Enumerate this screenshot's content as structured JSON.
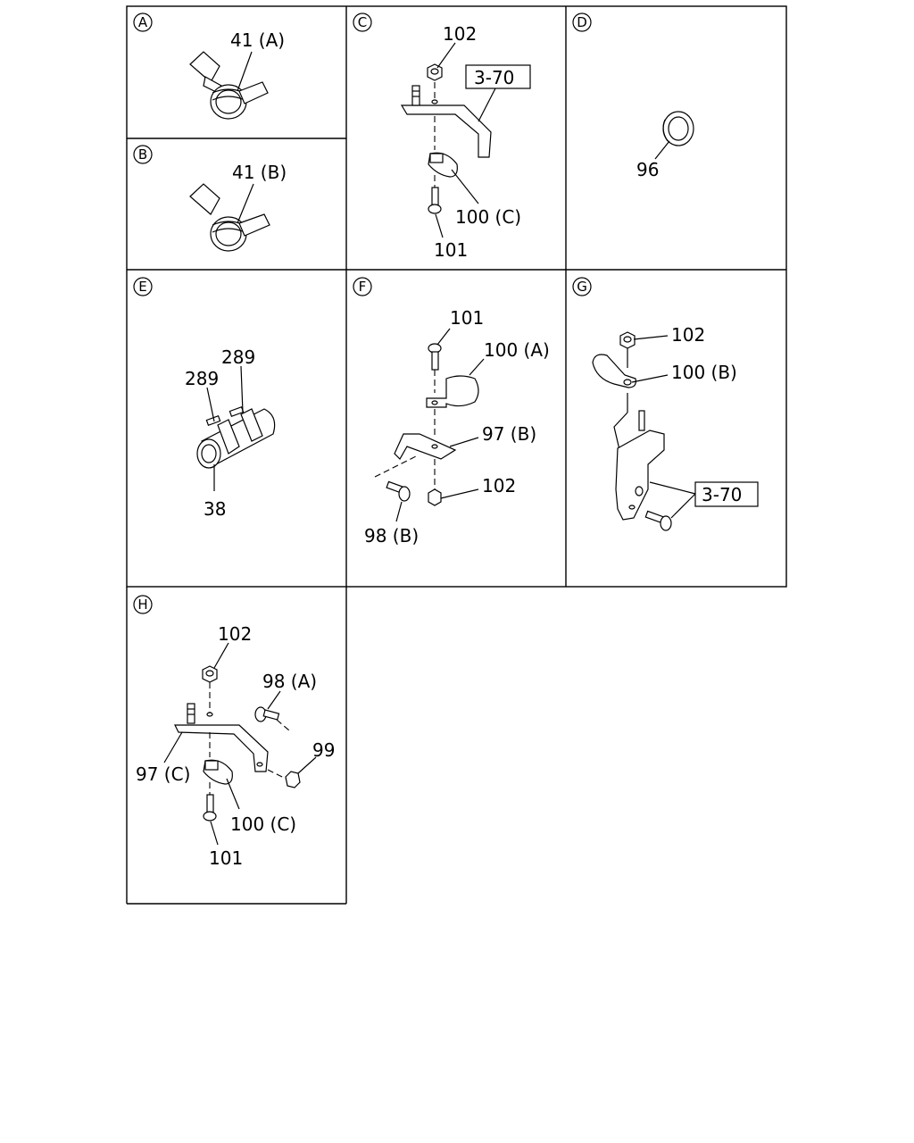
{
  "panels": [
    {
      "id": "A",
      "letter": "A",
      "labels": [
        "41 (A)"
      ]
    },
    {
      "id": "B",
      "letter": "B",
      "labels": [
        "41 (B)"
      ]
    },
    {
      "id": "C",
      "letter": "C",
      "labels": [
        "102",
        "3-70",
        "100 (C)",
        "101"
      ]
    },
    {
      "id": "D",
      "letter": "D",
      "labels": [
        "96"
      ]
    },
    {
      "id": "E",
      "letter": "E",
      "labels": [
        "289",
        "289",
        "38"
      ]
    },
    {
      "id": "F",
      "letter": "F",
      "labels": [
        "101",
        "100 (A)",
        "97 (B)",
        "102",
        "98 (B)"
      ]
    },
    {
      "id": "G",
      "letter": "G",
      "labels": [
        "102",
        "100 (B)",
        "3-70"
      ]
    },
    {
      "id": "H",
      "letter": "H",
      "labels": [
        "102",
        "98 (A)",
        "99",
        "97 (C)",
        "100 (C)",
        "101"
      ]
    }
  ]
}
